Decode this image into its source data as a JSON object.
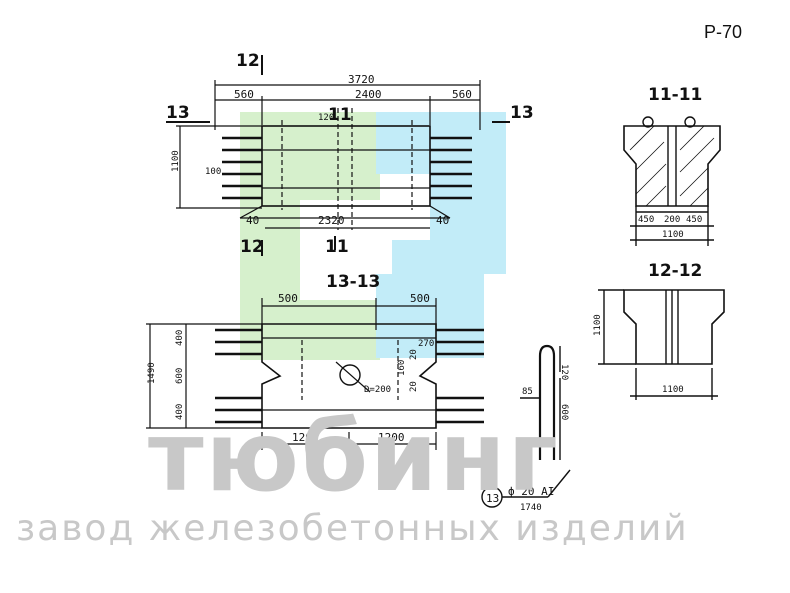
{
  "drawing_code": "P-70",
  "sections": {
    "s11": "11-11",
    "s12": "12-12",
    "s13": "13-13"
  },
  "cut_marks": {
    "c12": "12",
    "c13": "13",
    "c11": "11"
  },
  "plan": {
    "overall": "3720",
    "left_ext": "560",
    "mid": "2400",
    "right_ext": "560",
    "height": "1100",
    "spacing": "100",
    "top_small": "120",
    "inner_bottom": "2320",
    "edge_left": "40",
    "edge_right": "40"
  },
  "elevation": {
    "left_top": "500",
    "right_top": "500",
    "total_height": "1490",
    "v400a": "400",
    "v600": "600",
    "v400b": "400",
    "hole": "D=200",
    "bottom_left": "1200",
    "bottom_right": "1200",
    "r270": "270",
    "r160": "160",
    "r20a": "20",
    "r20b": "20"
  },
  "section11": {
    "w450a": "450",
    "w200": "200",
    "w450b": "450",
    "total": "1100"
  },
  "section12": {
    "height": "1100",
    "width": "1100"
  },
  "rebar": {
    "d120": "120",
    "d85": "85",
    "d600": "600",
    "mark": "13",
    "spec": "ф 20 AI",
    "len": "1740"
  },
  "watermark": {
    "title": "тюбинг",
    "subtitle": "завод железобетонных изделий"
  },
  "colors": {
    "green": "#d6f0cc",
    "blue": "#c2ecf8",
    "line": "#111111",
    "watermark": "#c8c8c8"
  }
}
